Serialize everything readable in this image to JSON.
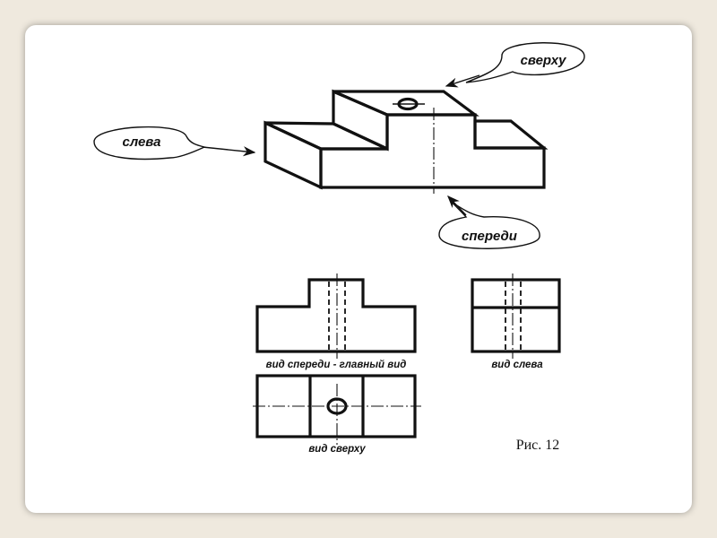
{
  "callouts": {
    "top": "сверху",
    "left": "слева",
    "front": "спереди"
  },
  "views": {
    "front": "вид спереди - главный вид",
    "left": "вид слева",
    "top": "вид сверху"
  },
  "figure_caption": "Рис. 12"
}
